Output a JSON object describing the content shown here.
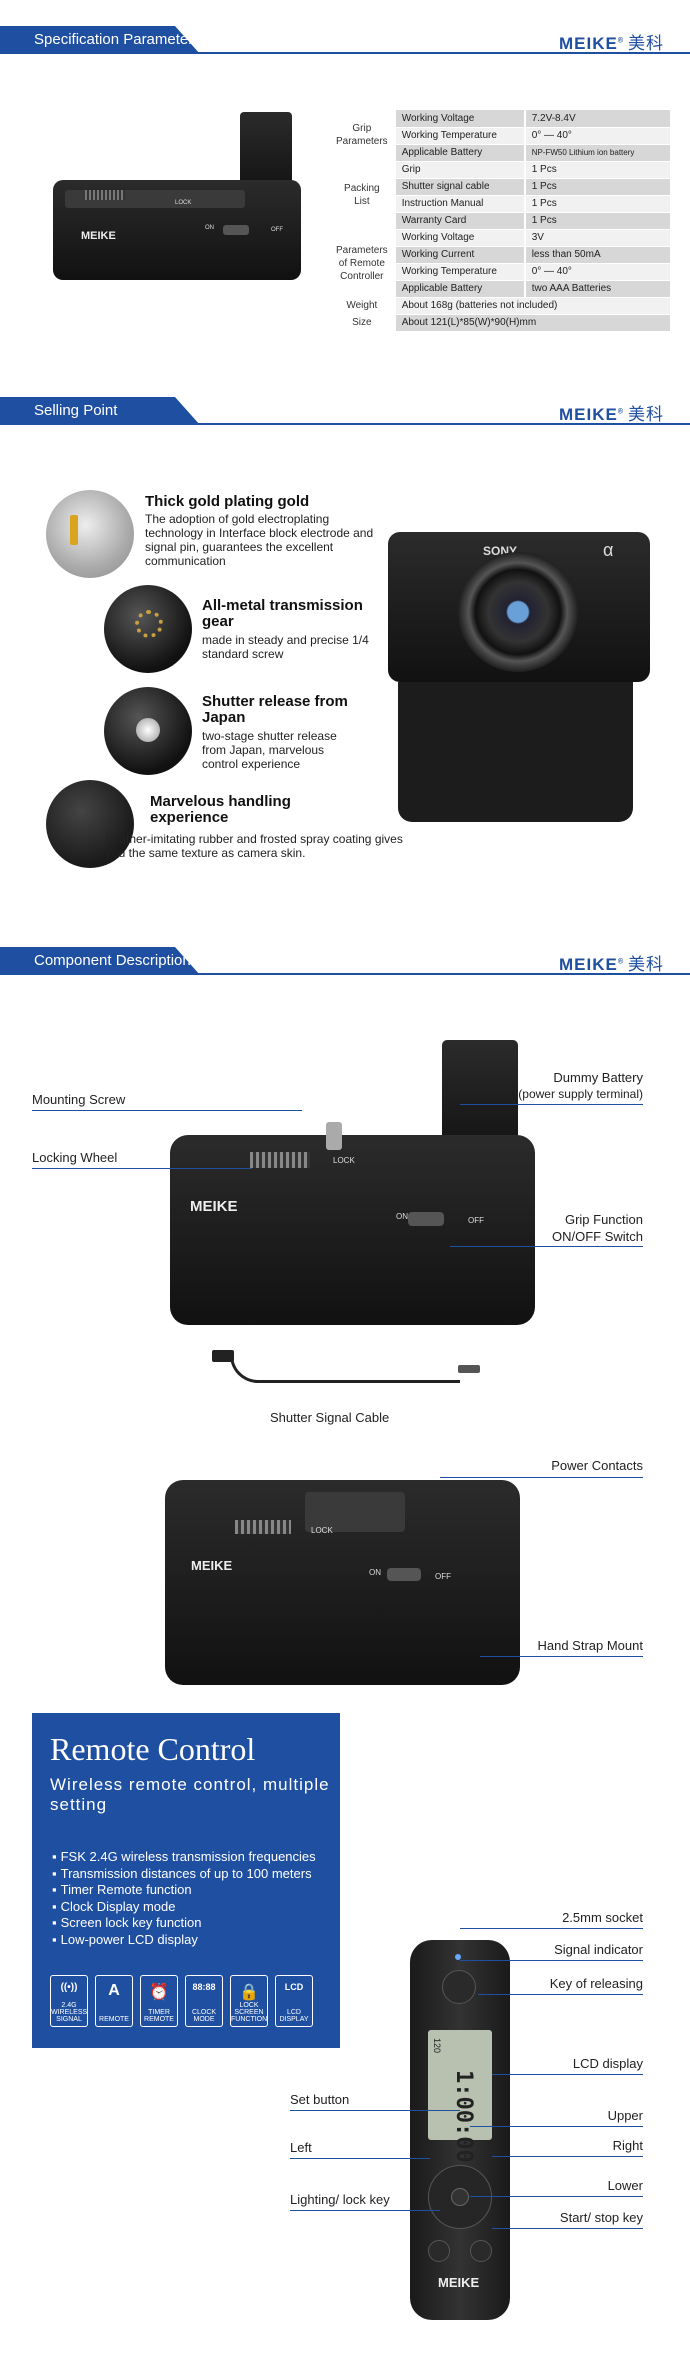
{
  "sections": {
    "spec": "Specification Parameter",
    "selling": "Selling Point",
    "component": "Component Description"
  },
  "brand": {
    "logo": "MEIKE",
    "logo_cn": "美科",
    "reg": "®",
    "grip_logo": "MEIKE"
  },
  "grip_text": {
    "lock": "LOCK",
    "on": "ON",
    "off": "OFF"
  },
  "camera_text": {
    "brand": "SONY",
    "alpha": "α"
  },
  "spec_table": {
    "grip_group": "Grip Parameters",
    "grip_rows": [
      {
        "k": "Working Voltage",
        "v": "7.2V-8.4V"
      },
      {
        "k": "Working Temperature",
        "v": "0° — 40°"
      },
      {
        "k": "Applicable Battery",
        "v": "NP-FW50 Lithium ion battery"
      }
    ],
    "pack_group": "Packing List",
    "pack_rows": [
      {
        "k": "Grip",
        "v": "1 Pcs"
      },
      {
        "k": "Shutter signal cable",
        "v": "1 Pcs"
      },
      {
        "k": "Instruction Manual",
        "v": "1 Pcs"
      },
      {
        "k": "Warranty Card",
        "v": "1 Pcs"
      }
    ],
    "remote_group": "Parameters of Remote Controller",
    "remote_rows": [
      {
        "k": "Working Voltage",
        "v": "3V"
      },
      {
        "k": "Working Current",
        "v": "less than 50mA"
      },
      {
        "k": "Working Temperature",
        "v": "0° — 40°"
      },
      {
        "k": "Applicable Battery",
        "v": "two AAA Batteries"
      }
    ],
    "weight_k": "Weight",
    "weight_v": "About 168g (batteries not included)",
    "size_k": "Size",
    "size_v": "About 121(L)*85(W)*90(H)mm"
  },
  "features": [
    {
      "title": "Thick gold plating gold",
      "desc": "The adoption of gold electroplating technology in Interface block electrode and signal pin, guarantees the excellent communication"
    },
    {
      "title": "All-metal transmission gear",
      "desc": "made in steady and precise 1/4 standard screw"
    },
    {
      "title": "Shutter release from Japan",
      "desc": "two-stage shutter release from Japan, marvelous control experience"
    },
    {
      "title": "Marvelous handling experience",
      "desc": "Leather-imitating rubber and frosted spray coating gives you the same texture as camera skin."
    }
  ],
  "components": {
    "mounting_screw": "Mounting Screw",
    "locking_wheel": "Locking Wheel",
    "dummy_battery": "Dummy Battery",
    "dummy_battery_sub": "(power supply terminal)",
    "grip_switch": "Grip Function",
    "grip_switch_sub": "ON/OFF Switch",
    "shutter_cable": "Shutter Signal Cable",
    "power_contacts": "Power Contacts",
    "hand_strap": "Hand Strap Mount"
  },
  "remote": {
    "title": "Remote Control",
    "subtitle": "Wireless remote control, multiple setting",
    "bullets": [
      "FSK 2.4G wireless transmission frequencies",
      "Transmission distances of up to 100 meters",
      "Timer Remote function",
      "Clock Display mode",
      "Screen lock key function",
      "Low-power LCD display"
    ],
    "icons": [
      {
        "glyph": "((•))",
        "label": "2.4G WIRELESS SIGNAL"
      },
      {
        "glyph": "A",
        "label": "REMOTE"
      },
      {
        "glyph": "⏰",
        "label": "TIMER REMOTE"
      },
      {
        "glyph": "88:88",
        "label": "CLOCK MODE"
      },
      {
        "glyph": "🔒",
        "label": "LOCK SCREEN FUNCTION"
      },
      {
        "glyph": "LCD",
        "label": "LCD DISPLAY"
      }
    ],
    "labels": {
      "socket": "2.5mm socket",
      "signal": "Signal indicator",
      "release": "Key of releasing",
      "lcd": "LCD display",
      "set": "Set button",
      "upper": "Upper",
      "right": "Right",
      "left": "Left",
      "lower": "Lower",
      "lighting": "Lighting/ lock key",
      "startstop": "Start/ stop key"
    },
    "lcd_text": "1:00:00",
    "lcd_small": "120"
  }
}
